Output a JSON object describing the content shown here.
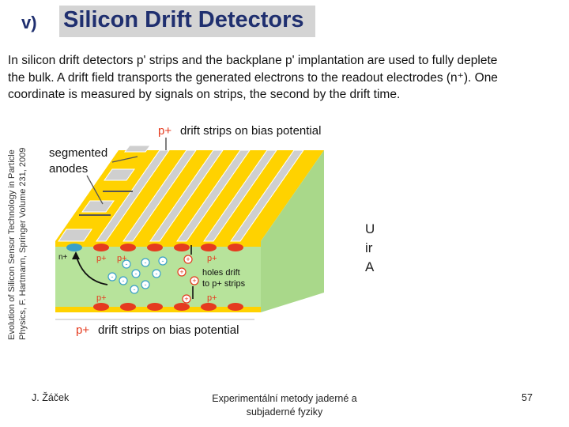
{
  "slide": {
    "number_label": "v)",
    "title": "Silicon Drift Detectors",
    "body": "In silicon drift detectors p' strips and the backplane p' implantation are used to fully deplete the bulk. A drift field transports the generated electrons to the readout electrodes (n⁺). One coordinate is measured by signals on strips, the second by the drift time.",
    "source_lines": [
      "Evolution of Silicon Sensor Technology in Particle",
      "Physics, F. Hartmann, Springer Volume 231, 2009"
    ],
    "cut_text": [
      "U",
      "ir",
      "A"
    ]
  },
  "diagram": {
    "label_top": "drift strips on bias potential",
    "label_bottom": "drift strips on bias potential",
    "label_anodes_1": "segmented",
    "label_anodes_2": "anodes",
    "label_holes_1": "holes drift",
    "label_holes_2": "to p+ strips",
    "p_plus": "p+",
    "n_plus": "n+",
    "electron": "-",
    "hole": "+",
    "colors": {
      "bulk": "#b7e39b",
      "metal": "#ffd200",
      "strip": "#cfcfcf",
      "implant": "#e53b1f",
      "electron": "#3aa0c8",
      "label": "#e53b1f"
    }
  },
  "footer": {
    "author": "J. Žáček",
    "course_line1": "Experimentální metody jaderné a",
    "course_line2": "subjaderné fyziky",
    "page": "57"
  }
}
